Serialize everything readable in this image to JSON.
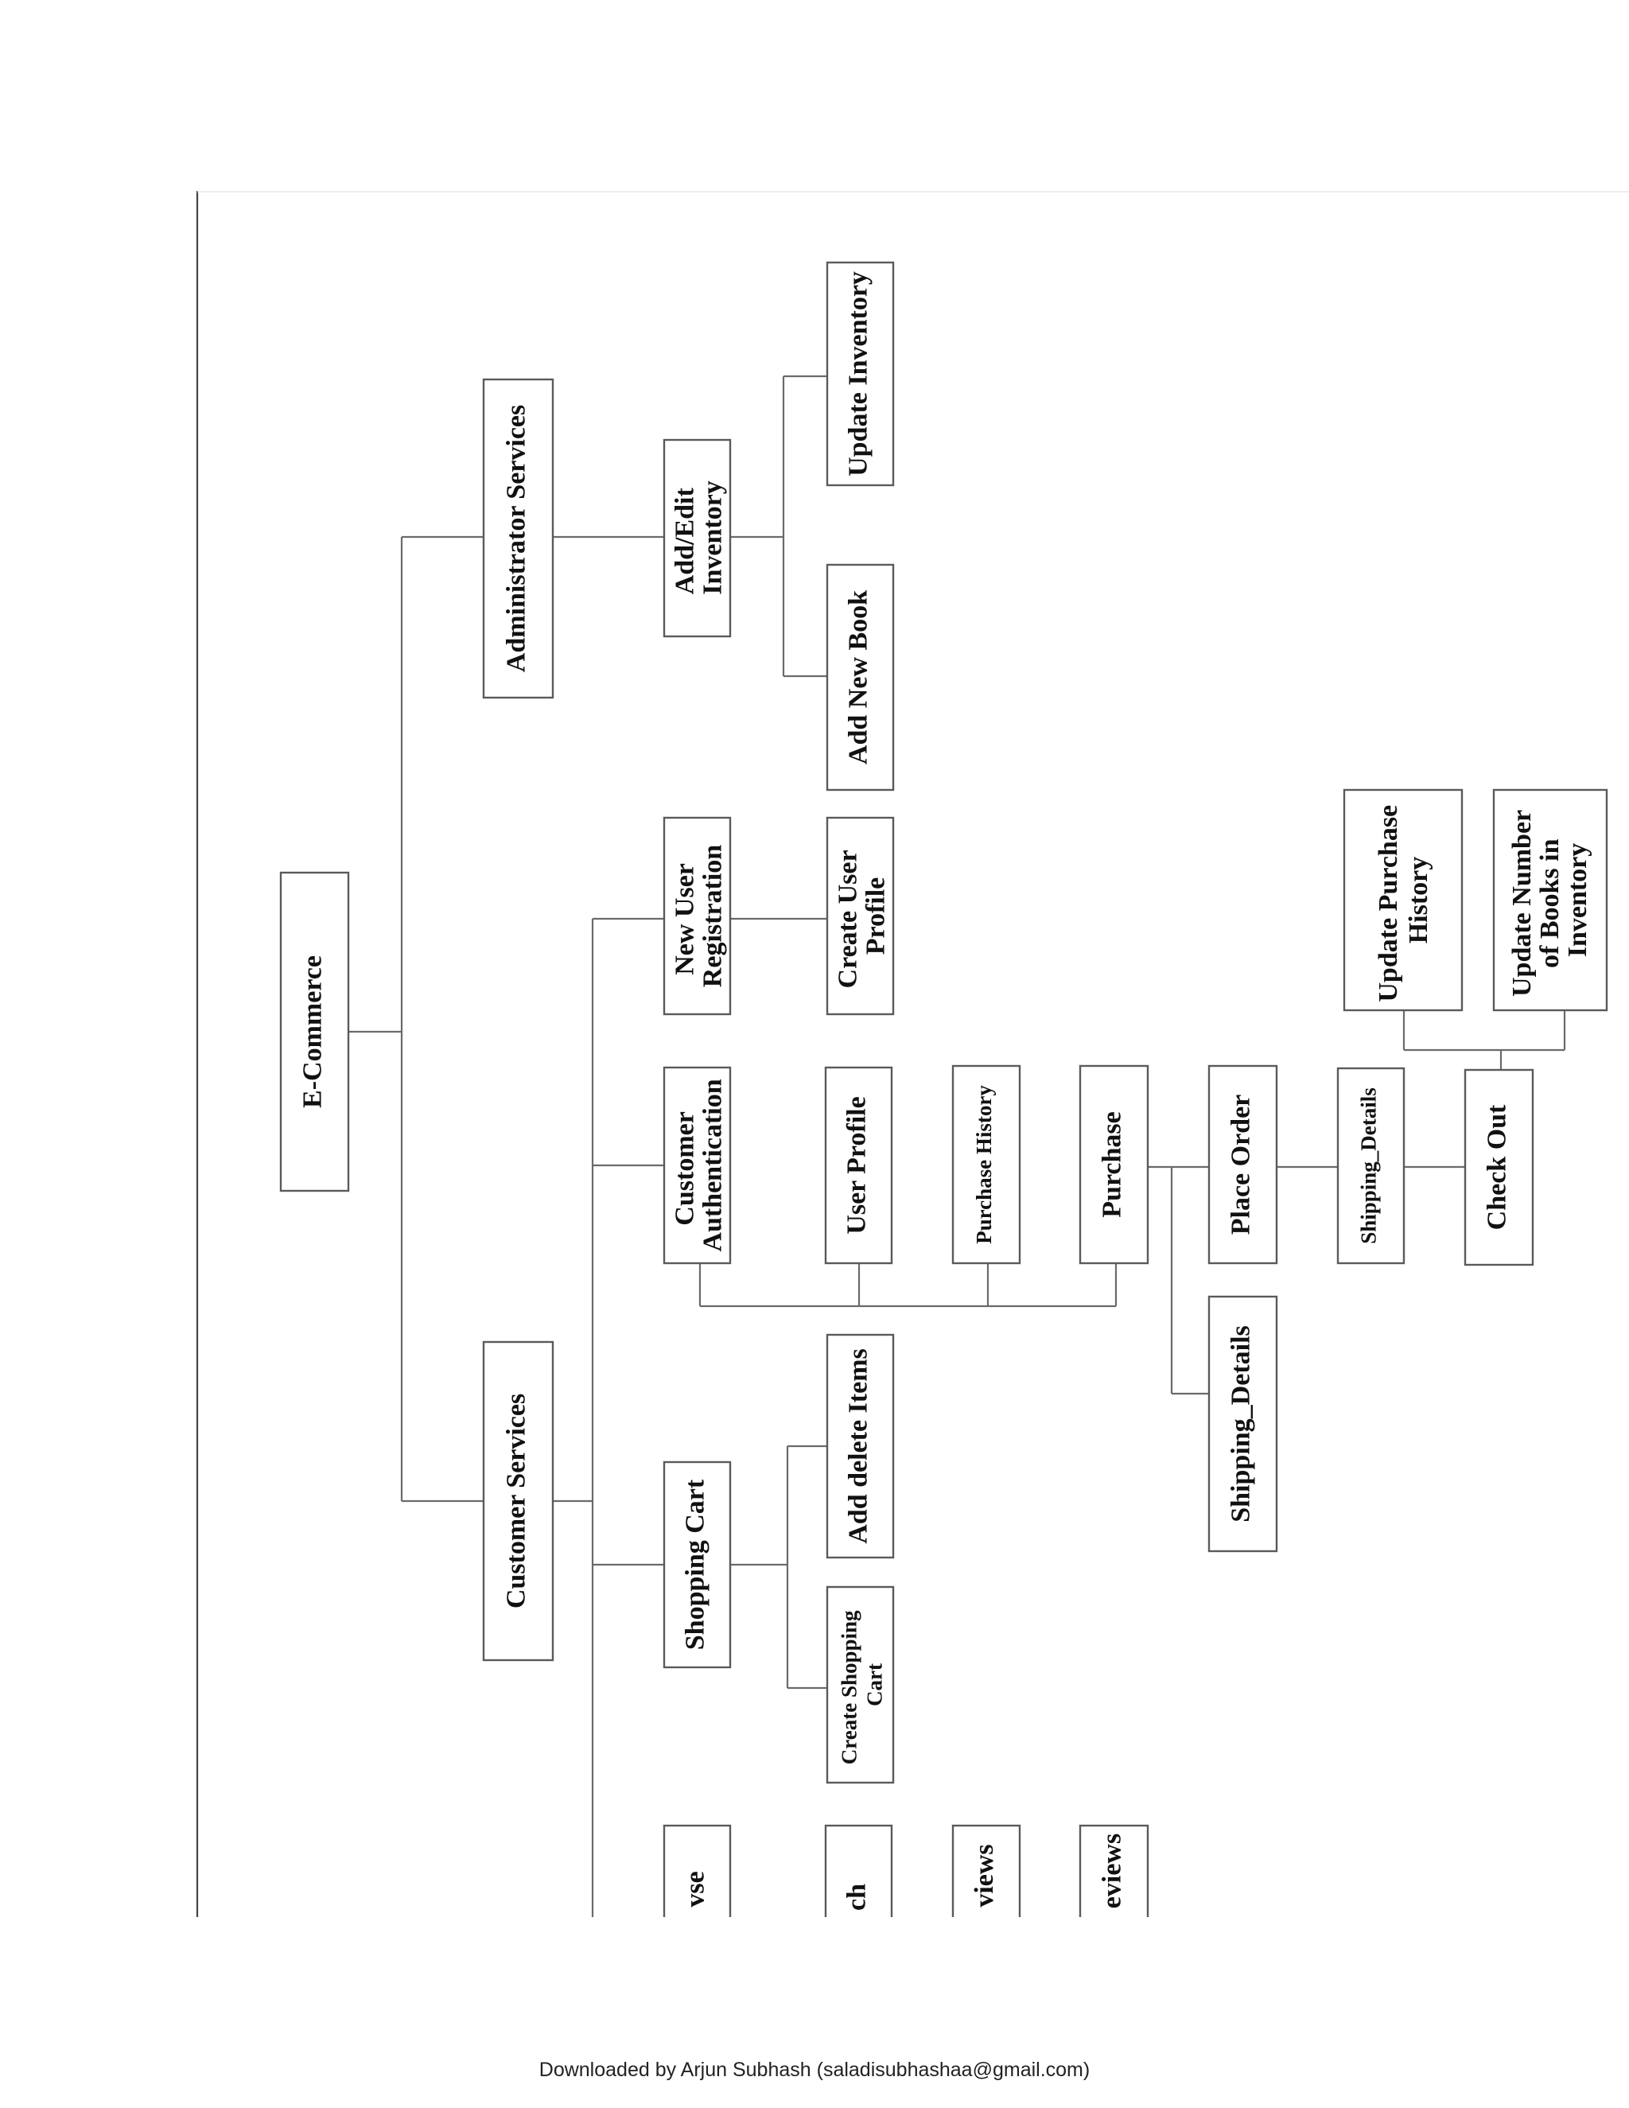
{
  "nodes": {
    "ecommerce": "E-Commerce",
    "administrator_services": "Administrator Services",
    "customer_services": "Customer Services",
    "add_edit_inventory": [
      "Add/Edit",
      "Inventory"
    ],
    "update_inventory": "Update Inventory",
    "add_new_book": "Add New Book",
    "new_user_registration": [
      "New User",
      "Registration"
    ],
    "create_user_profile": [
      "Create User",
      "Profile"
    ],
    "customer_authentication": [
      "Customer",
      "Authentication"
    ],
    "user_profile": "User Profile",
    "purchase_history": "Purchase History",
    "purchase": "Purchase",
    "place_order": "Place Order",
    "shipping_details_a": "Shipping_Details",
    "check_out": "Check Out",
    "update_purchase_history": [
      "Update Purchase",
      "History"
    ],
    "update_number_books": [
      "Update Number",
      "of Books in",
      "Inventory"
    ],
    "shipping_details_b": "Shipping_Details",
    "shopping_cart": "Shopping Cart",
    "add_delete_items": "Add delete Items",
    "create_shopping_cart": [
      "Create Shopping",
      "Cart"
    ],
    "browse_partial": "vse",
    "search_partial": "ch",
    "reviews_partial_a": "views",
    "reviews_partial_b": "eviews"
  },
  "footer": "Downloaded by Arjun Subhash (saladisubhashaa@gmail.com)"
}
